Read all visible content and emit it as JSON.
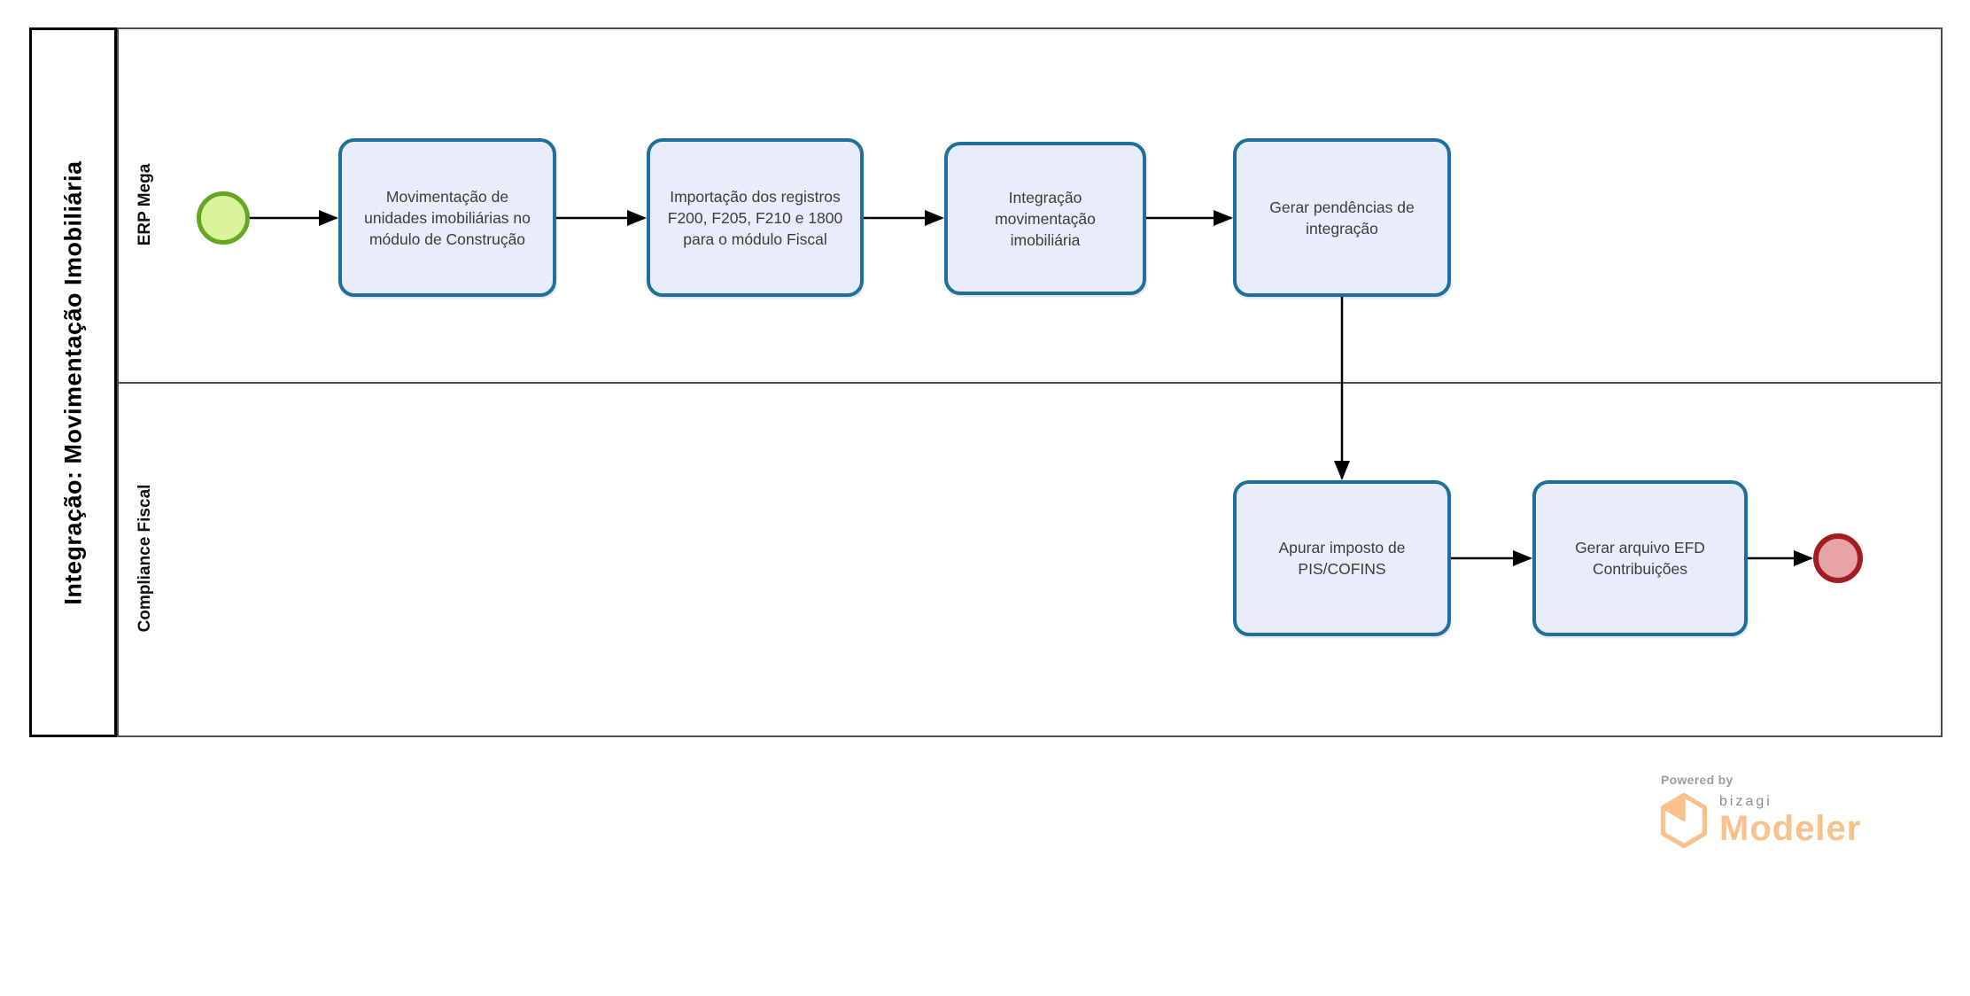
{
  "diagram": {
    "pool": {
      "title": "Integração: Movimentação Imobiliária"
    },
    "lanes": [
      {
        "label": "ERP Mega"
      },
      {
        "label": "Compliance Fiscal"
      }
    ],
    "tasks": [
      {
        "label": "Movimentação de unidades imobiliárias no módulo de Construção",
        "lane": "ERP Mega"
      },
      {
        "label": "Importação dos registros F200, F205, F210 e 1800 para o módulo Fiscal",
        "lane": "ERP Mega"
      },
      {
        "label": "Integração movimentação imobiliária",
        "lane": "ERP Mega"
      },
      {
        "label": "Gerar pendências de integração",
        "lane": "ERP Mega"
      },
      {
        "label": "Apurar imposto de PIS/COFINS",
        "lane": "Compliance Fiscal"
      },
      {
        "label": "Gerar arquivo EFD Contribuições",
        "lane": "Compliance Fiscal"
      }
    ],
    "events": [
      {
        "type": "start",
        "shape": "green-circle"
      },
      {
        "type": "end",
        "shape": "red-circle"
      }
    ],
    "flows": [
      {
        "from": "start-event",
        "to": "task-1"
      },
      {
        "from": "task-1",
        "to": "task-2"
      },
      {
        "from": "task-2",
        "to": "task-3"
      },
      {
        "from": "task-3",
        "to": "task-4"
      },
      {
        "from": "task-4",
        "to": "task-5"
      },
      {
        "from": "task-5",
        "to": "task-6"
      },
      {
        "from": "task-6",
        "to": "end-event"
      }
    ]
  },
  "branding": {
    "powered_by": "Powered by",
    "brand": "bizagi",
    "product": "Modeler"
  },
  "colors": {
    "task_fill": "#E9EDFB",
    "task_stroke": "#1F6F9B",
    "start_fill": "#D9F49B",
    "start_stroke": "#64A622",
    "end_fill": "#E6A4A7",
    "end_stroke": "#A21C22",
    "connector": "#000000",
    "pool_border": "#000000",
    "lane_border": "#4D4D4D",
    "text": "#3C3C3C",
    "brand_orange": "#F8C18E",
    "brand_gray": "#8C8C8C",
    "powered_gray": "#9E9E9E"
  }
}
